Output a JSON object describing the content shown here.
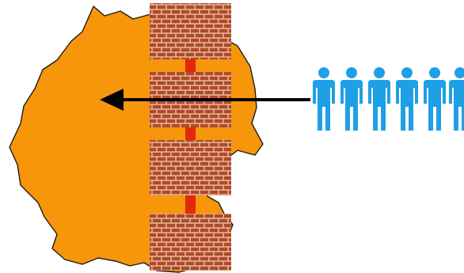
{
  "colors": {
    "background": "#ffffff",
    "territory_fill": "#f7960b",
    "territory_outline": "#1f1a12",
    "brick": "#b04a2a",
    "mortar": "#e9c3a6",
    "gap_marker": "#e02a0b",
    "arrow": "#000000",
    "people": "#1ea0e6"
  },
  "icons": {
    "territory": "country-outline-shape",
    "wall": "brick-wall-icon",
    "arrow": "left-arrow-icon",
    "person": "person-icon"
  },
  "wall": {
    "segments": 4,
    "gaps": 3
  },
  "people": {
    "count": 6
  }
}
